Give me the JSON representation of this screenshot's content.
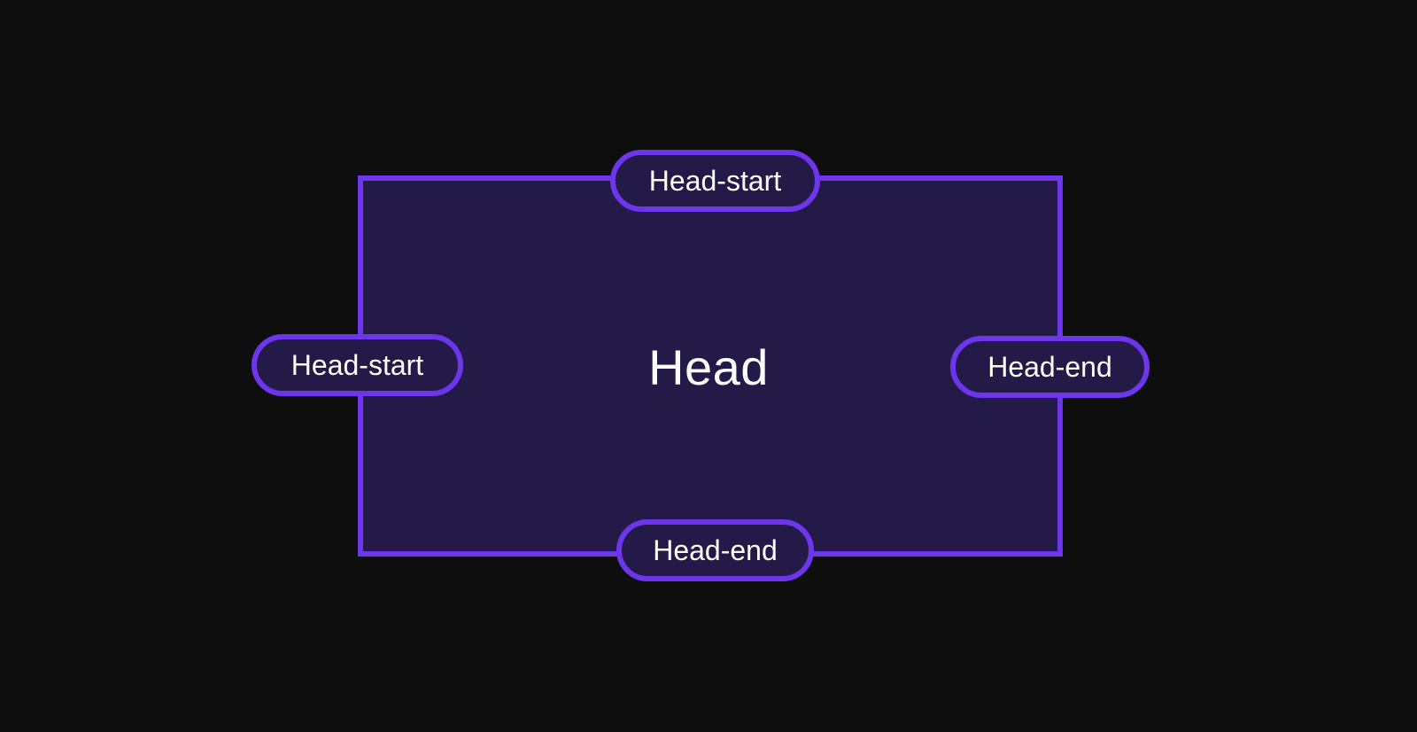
{
  "diagram": {
    "main_label": "Head",
    "pills": {
      "top": "Head-start",
      "left": "Head-start",
      "right": "Head-end",
      "bottom": "Head-end"
    }
  },
  "colors": {
    "background": "#0e0e0e",
    "box_fill": "#241a47",
    "accent_border": "#6d35ec",
    "text": "#ffffff"
  }
}
